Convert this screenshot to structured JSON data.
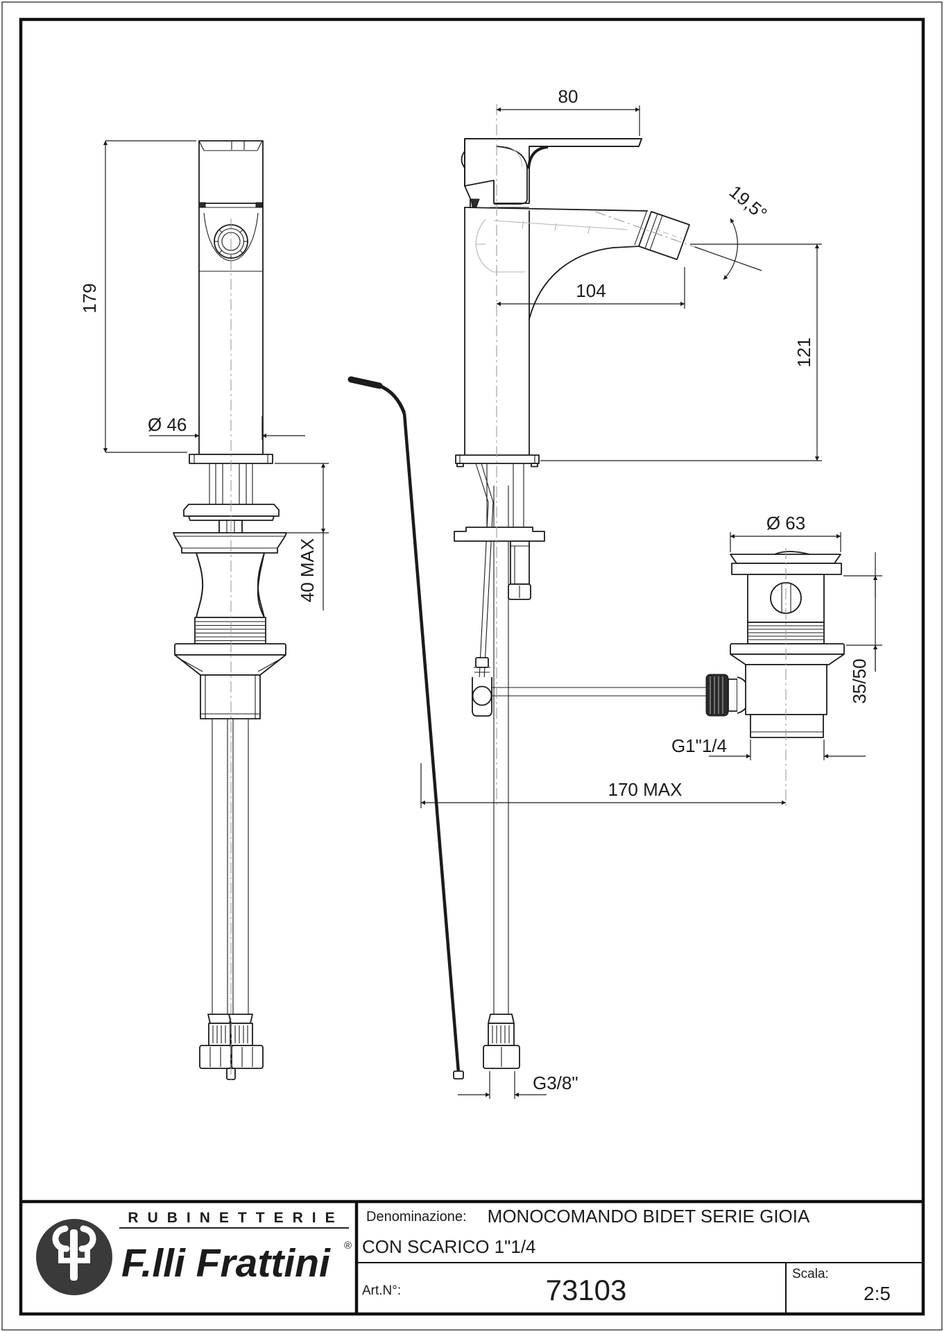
{
  "colors": {
    "paper": "#ffffff",
    "line": "#1b1b1b",
    "construction": "#b5b5b5",
    "logo_fill": "#3a3a3a"
  },
  "dimensions": {
    "handle_length": "80",
    "body_height": "179",
    "body_diameter": "Ø 46",
    "deck_thickness_max": "40 MAX",
    "spout_reach": "104",
    "spout_height": "121",
    "spout_angle": "19,5°",
    "drain_flange_diameter": "Ø 63",
    "clamping_range": "35/50",
    "drain_thread": "G1\"1/4",
    "rod_reach_max": "170 MAX",
    "hose_thread": "G3/8\""
  },
  "title_block": {
    "brand_top": "RUBINETTERIE",
    "brand_name": "F.lli Frattini",
    "brand_reg": "®",
    "denominazione_label": "Denominazione:",
    "denominazione_line1": "MONOCOMANDO BIDET SERIE GIOIA",
    "denominazione_line2": "CON SCARICO 1\"1/4",
    "art_label": "Art.N°:",
    "art_value": "73103",
    "scala_label": "Scala:",
    "scala_value": "2:5"
  }
}
